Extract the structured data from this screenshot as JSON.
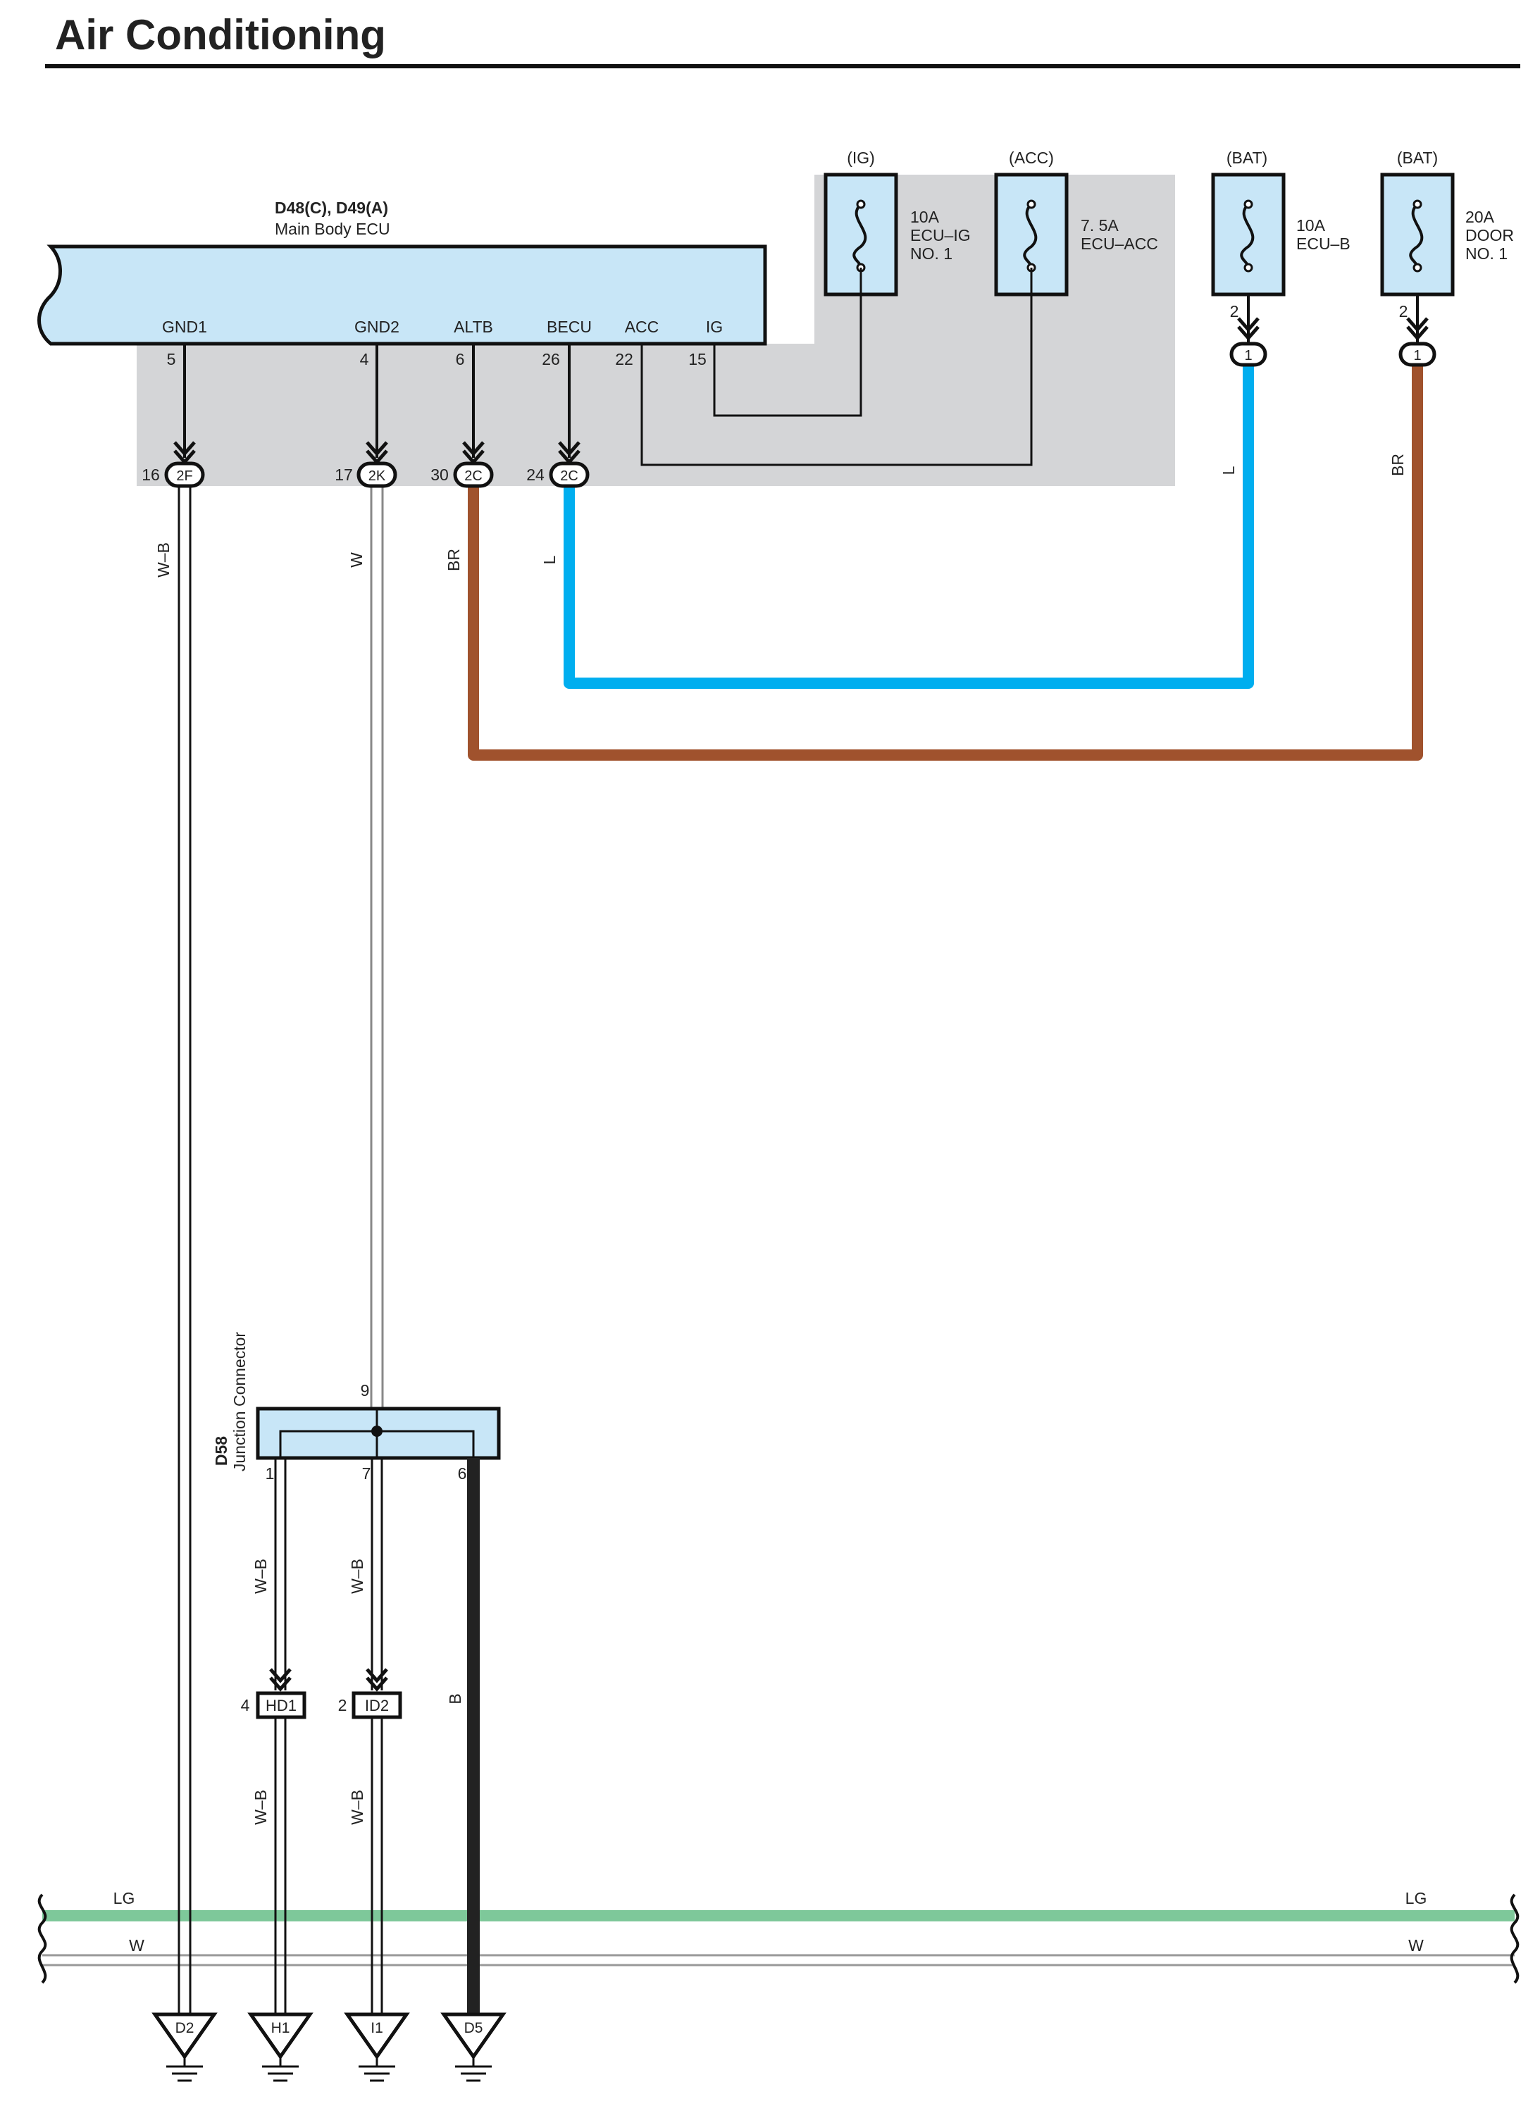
{
  "page_title": "Air Conditioning",
  "ecu": {
    "id": "D48(C), D49(A)",
    "name": "Main Body ECU"
  },
  "ecu_pins": [
    {
      "label": "GND1",
      "pin": "5"
    },
    {
      "label": "GND2",
      "pin": "4"
    },
    {
      "label": "ALTB",
      "pin": "6"
    },
    {
      "label": "BECU",
      "pin": "26"
    },
    {
      "label": "ACC",
      "pin": "22"
    },
    {
      "label": "IG",
      "pin": "15"
    }
  ],
  "fuses": [
    {
      "source": "(IG)",
      "rating": "10A",
      "line1": "ECU–IG",
      "line2": "NO. 1",
      "pin": ""
    },
    {
      "source": "(ACC)",
      "rating": "7. 5A",
      "line1": "ECU–ACC",
      "line2": "",
      "pin": ""
    },
    {
      "source": "(BAT)",
      "rating": "10A",
      "line1": "ECU–B",
      "line2": "",
      "pin": "2",
      "connector": "1"
    },
    {
      "source": "(BAT)",
      "rating": "20A",
      "line1": "DOOR",
      "line2": "NO. 1",
      "pin": "2",
      "connector": "1"
    }
  ],
  "ecu_connectors": [
    {
      "pin": "16",
      "id": "2F",
      "wire": "W–B"
    },
    {
      "pin": "17",
      "id": "2K",
      "wire": "W"
    },
    {
      "pin": "30",
      "id": "2C",
      "wire": "BR"
    },
    {
      "pin": "24",
      "id": "2C",
      "wire": "L"
    }
  ],
  "fuse_wires": [
    "L",
    "BR"
  ],
  "junction": {
    "id": "D58",
    "name": "Junction Connector",
    "in_pin": "9",
    "out_pins": [
      "1",
      "7",
      "6"
    ],
    "wires": [
      "W–B",
      "W–B",
      "B"
    ]
  },
  "inline_connectors": [
    {
      "pin": "4",
      "id": "HD1",
      "wire": "W–B"
    },
    {
      "pin": "2",
      "id": "ID2",
      "wire": "W–B"
    }
  ],
  "buses": [
    {
      "label": "LG",
      "color": "#7ec89a"
    },
    {
      "label": "W",
      "color": "#aaaaaa"
    }
  ],
  "grounds": [
    "D2",
    "H1",
    "I1",
    "D5"
  ],
  "colors": {
    "panel": "#d4d5d7",
    "component": "#c8e6f7",
    "wire_L": "#00aeef",
    "wire_BR": "#a0522d",
    "wire_B": "#222222",
    "wire_LG": "#7ec89a"
  }
}
